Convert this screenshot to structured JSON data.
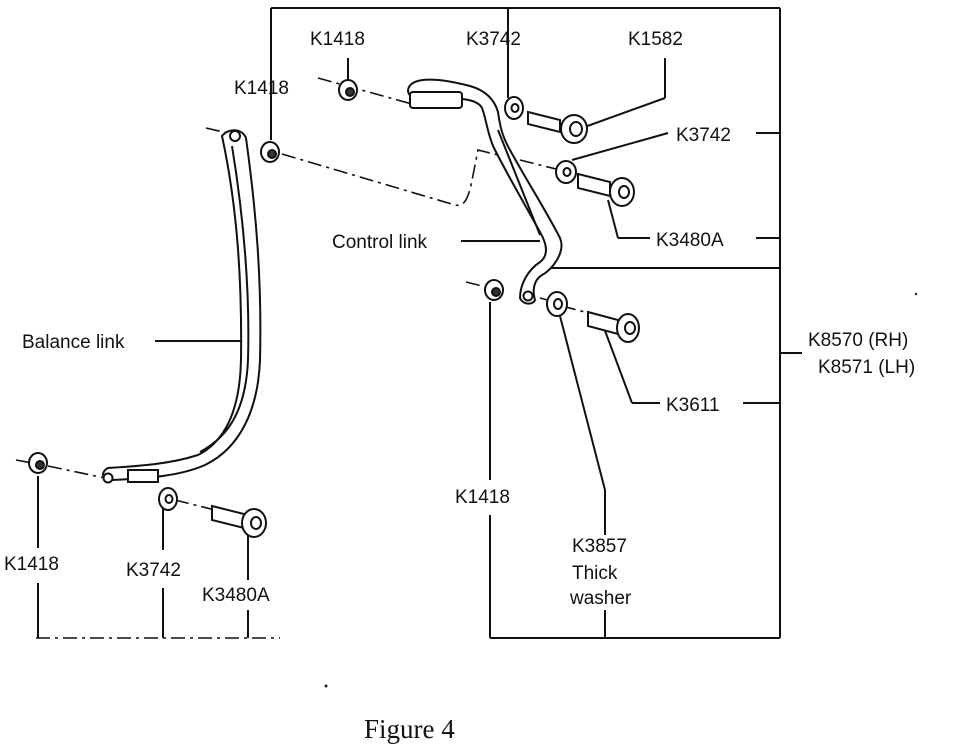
{
  "labels": {
    "k1418_top": "K1418",
    "k3742_top": "K3742",
    "k1582": "K1582",
    "k1418_upper": "K1418",
    "k3742_right": "K3742",
    "k3480a_right": "K3480A",
    "control_link": "Control link",
    "balance_link": "Balance link",
    "k8570": "K8570 (RH)",
    "k8571": "K8571 (LH)",
    "k3611": "K3611",
    "k1418_mid": "K1418",
    "k3857": "K3857",
    "thick": "Thick",
    "washer": "washer",
    "k1418_left": "K1418",
    "k3742_bottom": "K3742",
    "k3480a_bottom": "K3480A"
  },
  "caption": "Figure 4"
}
